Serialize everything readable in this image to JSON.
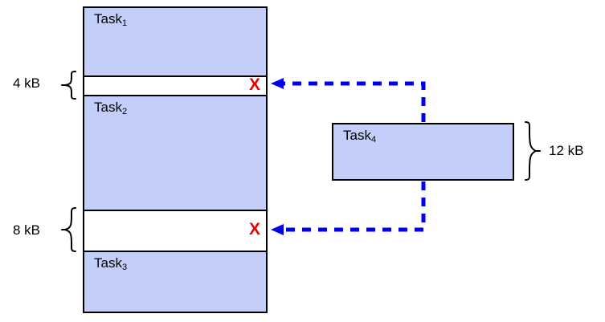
{
  "diagram": {
    "title": "memory-partition-allocation-failure",
    "colors": {
      "task_fill": "#c3cefa",
      "outline": "#000000",
      "arrow": "#0000ee",
      "x_mark": "#ee0000",
      "background": "#ffffff"
    }
  },
  "memory": {
    "segments": [
      {
        "id": "task1",
        "label": "Task",
        "subscript": "1",
        "kind": "task"
      },
      {
        "id": "hole1",
        "label": "",
        "subscript": "",
        "kind": "hole",
        "size_label": "4 kB",
        "marker": "X"
      },
      {
        "id": "task2",
        "label": "Task",
        "subscript": "2",
        "kind": "task"
      },
      {
        "id": "hole2",
        "label": "",
        "subscript": "",
        "kind": "hole",
        "size_label": "8 kB",
        "marker": "X"
      },
      {
        "id": "task3",
        "label": "Task",
        "subscript": "3",
        "kind": "task"
      }
    ]
  },
  "incoming_task": {
    "label": "Task",
    "subscript": "4",
    "size_label": "12 kB"
  },
  "markers": {
    "x_symbol": "X"
  }
}
